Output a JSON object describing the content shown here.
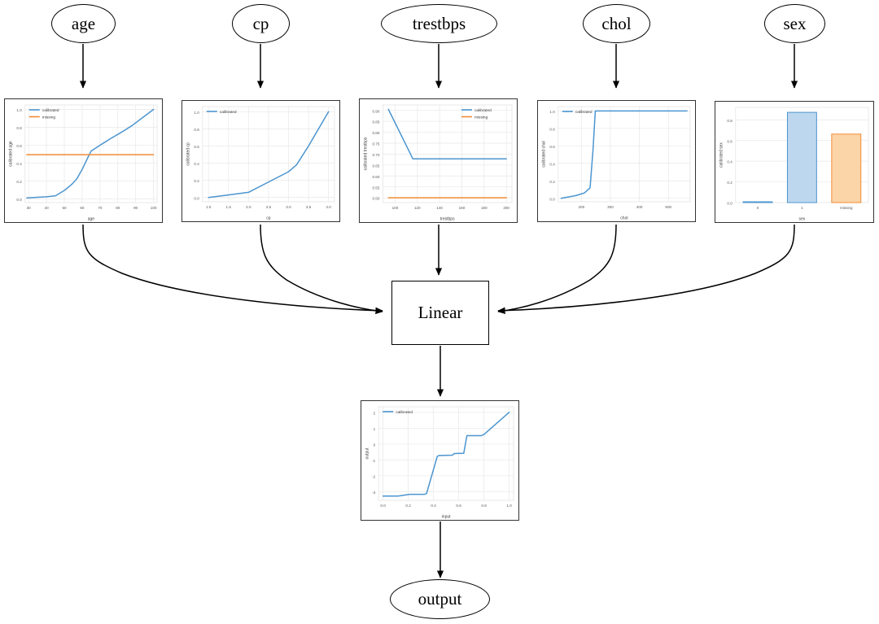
{
  "graph": {
    "inputs": [
      {
        "id": "age",
        "label": "age"
      },
      {
        "id": "cp",
        "label": "cp"
      },
      {
        "id": "trestbps",
        "label": "trestbps"
      },
      {
        "id": "chol",
        "label": "chol"
      },
      {
        "id": "sex",
        "label": "sex"
      }
    ],
    "linear_node_label": "Linear",
    "output_node_label": "output"
  },
  "colors": {
    "calibrated": "#4c95cf",
    "missing": "#f08c36",
    "bar_blue_fill": "#bdd7ee",
    "bar_blue_edge": "#4c95cf",
    "bar_orange_fill": "#fbd4a8",
    "bar_orange_edge": "#f08c36",
    "grid": "#e8e8ea",
    "text": "#3a3a3a",
    "node_stroke": "#000000"
  },
  "legend_labels": {
    "calibrated": "calibrated",
    "missing": "missing"
  },
  "chart_data": [
    {
      "id": "age",
      "type": "line",
      "title": "",
      "xlabel": "age",
      "ylabel": "calibrated age",
      "xlim": [
        28,
        102
      ],
      "ylim": [
        -0.04,
        1.05
      ],
      "xticks": [
        30,
        40,
        50,
        60,
        70,
        80,
        90,
        100
      ],
      "yticks": [
        0.0,
        0.2,
        0.4,
        0.6,
        0.8,
        1.0
      ],
      "xticklabels": [
        "30",
        "40",
        "50",
        "60",
        "70",
        "80",
        "90",
        "100"
      ],
      "yticklabels": [
        "0.0",
        "0.2",
        "0.4",
        "0.6",
        "0.8",
        "1.0"
      ],
      "grid": true,
      "legend": [
        "calibrated",
        "missing"
      ],
      "legend_position": "upper left",
      "series": [
        {
          "name": "calibrated",
          "color_key": "calibrated",
          "x": [
            29,
            40,
            45,
            50,
            54,
            57,
            60,
            63,
            65,
            70,
            76,
            82,
            88,
            94,
            100
          ],
          "y": [
            0.012,
            0.025,
            0.035,
            0.095,
            0.16,
            0.225,
            0.33,
            0.455,
            0.535,
            0.6,
            0.675,
            0.745,
            0.82,
            0.91,
            1.0
          ]
        },
        {
          "name": "missing",
          "color_key": "missing",
          "x": [
            29,
            100
          ],
          "y": [
            0.495,
            0.495
          ]
        }
      ]
    },
    {
      "id": "cp",
      "type": "line",
      "title": "",
      "xlabel": "cp",
      "ylabel": "calibrated cp",
      "xlim": [
        0.85,
        4.15
      ],
      "ylim": [
        -0.05,
        1.06
      ],
      "xticks": [
        1.0,
        1.5,
        2.0,
        2.5,
        3.0,
        3.5,
        4.0
      ],
      "yticks": [
        0.0,
        0.2,
        0.4,
        0.6,
        0.8,
        1.0
      ],
      "xticklabels": [
        "1.0",
        "1.5",
        "2.0",
        "2.5",
        "3.0",
        "3.5",
        "4.0"
      ],
      "yticklabels": [
        "0.0",
        "0.2",
        "0.4",
        "0.6",
        "0.8",
        "1.0"
      ],
      "grid": true,
      "legend": [
        "calibrated"
      ],
      "legend_position": "upper left",
      "series": [
        {
          "name": "calibrated",
          "color_key": "calibrated",
          "x": [
            1.0,
            1.5,
            2.0,
            2.5,
            3.0,
            3.2,
            3.5,
            4.0
          ],
          "y": [
            0.0,
            0.03,
            0.06,
            0.18,
            0.3,
            0.38,
            0.6,
            1.0
          ]
        }
      ]
    },
    {
      "id": "trestbps",
      "type": "line",
      "title": "",
      "xlabel": "trestbps",
      "ylabel": "calibrated trestbps",
      "xlim": [
        89,
        205
      ],
      "ylim": [
        0.478,
        0.925
      ],
      "xticks": [
        100,
        120,
        140,
        160,
        180,
        200
      ],
      "yticks": [
        0.5,
        0.55,
        0.6,
        0.65,
        0.7,
        0.75,
        0.8,
        0.85,
        0.9
      ],
      "xticklabels": [
        "100",
        "120",
        "140",
        "160",
        "180",
        "200"
      ],
      "yticklabels": [
        "0.50",
        "0.55",
        "0.60",
        "0.65",
        "0.70",
        "0.75",
        "0.80",
        "0.85",
        "0.90"
      ],
      "grid": true,
      "legend": [
        "calibrated",
        "missing"
      ],
      "legend_position": "upper right",
      "series": [
        {
          "name": "calibrated",
          "color_key": "calibrated",
          "x": [
            94,
            116,
            130,
            160,
            200
          ],
          "y": [
            0.905,
            0.678,
            0.678,
            0.678,
            0.678
          ]
        },
        {
          "name": "missing",
          "color_key": "missing",
          "x": [
            94,
            200
          ],
          "y": [
            0.5,
            0.5
          ]
        }
      ]
    },
    {
      "id": "chol",
      "type": "line",
      "title": "",
      "xlabel": "chol",
      "ylabel": "calibrated chol",
      "xlim": [
        120,
        575
      ],
      "ylim": [
        -0.04,
        1.05
      ],
      "xticks": [
        200,
        300,
        400,
        500
      ],
      "yticks": [
        0.0,
        0.2,
        0.4,
        0.6,
        0.8,
        1.0
      ],
      "xticklabels": [
        "200",
        "300",
        "400",
        "500"
      ],
      "yticklabels": [
        "0.0",
        "0.2",
        "0.4",
        "0.6",
        "0.8",
        "1.0"
      ],
      "grid": true,
      "legend": [
        "calibrated"
      ],
      "legend_position": "upper left",
      "series": [
        {
          "name": "calibrated",
          "color_key": "calibrated",
          "x": [
            130,
            180,
            210,
            230,
            240,
            248,
            300,
            400,
            500,
            564
          ],
          "y": [
            0.0,
            0.03,
            0.06,
            0.12,
            0.55,
            1.0,
            1.0,
            1.0,
            1.0,
            1.0
          ]
        }
      ]
    },
    {
      "id": "sex",
      "type": "bar",
      "title": "",
      "xlabel": "sex",
      "ylabel": "calibrated sex",
      "categories": [
        "0",
        "1",
        "missing"
      ],
      "values": [
        0.006,
        0.872,
        0.662
      ],
      "bar_styles": [
        "calibrated",
        "calibrated",
        "missing"
      ],
      "ylim": [
        0.0,
        0.92
      ],
      "yticks": [
        0.0,
        0.2,
        0.4,
        0.6,
        0.8
      ],
      "yticklabels": [
        "0.0",
        "0.2",
        "0.4",
        "0.6",
        "0.8"
      ],
      "grid": true,
      "legend": []
    },
    {
      "id": "output",
      "type": "line",
      "title": "",
      "xlabel": "input",
      "ylabel": "output",
      "xlim": [
        -0.035,
        1.035
      ],
      "ylim": [
        -3.55,
        2.35
      ],
      "xticks": [
        0.0,
        0.2,
        0.4,
        0.6,
        0.8,
        1.0
      ],
      "yticks": [
        -3,
        -2,
        -1,
        0,
        1,
        2
      ],
      "xticklabels": [
        "0.0",
        "0.2",
        "0.4",
        "0.6",
        "0.8",
        "1.0"
      ],
      "yticklabels": [
        "-3",
        "-2",
        "-1",
        "0",
        "1",
        "2"
      ],
      "grid": true,
      "legend": [
        "calibrated"
      ],
      "legend_position": "upper left",
      "series": [
        {
          "name": "calibrated",
          "color_key": "calibrated",
          "x": [
            0.0,
            0.12,
            0.21,
            0.33,
            0.345,
            0.43,
            0.445,
            0.55,
            0.565,
            0.64,
            0.665,
            0.78,
            0.8,
            1.0
          ],
          "y": [
            -3.28,
            -3.28,
            -3.17,
            -3.17,
            -3.12,
            -0.78,
            -0.72,
            -0.7,
            -0.6,
            -0.58,
            0.53,
            0.53,
            0.6,
            2.0
          ]
        }
      ]
    }
  ]
}
